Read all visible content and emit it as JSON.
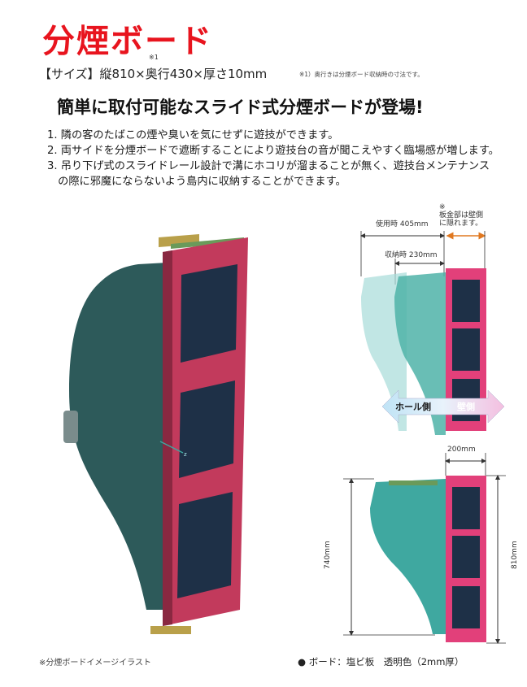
{
  "title": "分煙ボード",
  "size_line": "【サイズ】縦810×奥行430×厚さ10mm",
  "size_note_mark": "※1",
  "size_footnote": "※1）奥行きは分煙ボード収納時の寸法です。",
  "headline": "簡単に取付可能なスライド式分煙ボードが登場!",
  "features": [
    "1. 隣の客のたばこの煙や臭いを気にせずに遊技ができます。",
    "2. 両サイドを分煙ボードで遮断することにより遊技台の音が聞こえやすく臨場感が増します。",
    "3. 吊り下げ式のスライドレール設計で溝にホコリが溜まることが無く、遊技台メンテナンス",
    "　の際に邪魔にならないよう島内に収納することができます。"
  ],
  "diagram_top": {
    "note": [
      "※",
      "板金部は壁側",
      "に隠れます。"
    ],
    "in_use": "使用時 405mm",
    "stored": "収納時 230mm",
    "hall_side": "ホール側",
    "wall_side": "壁側"
  },
  "diagram_bottom": {
    "width": "200mm",
    "height_left": "740mm",
    "height_right": "810mm"
  },
  "caption_left": "※分煙ボードイメージイラスト",
  "caption_right": "● ボード：塩ビ板　透明色（2mm厚）",
  "colors": {
    "title_red": "#e8141e",
    "frame_magenta": "#c23a5c",
    "frame_pink": "#e2407a",
    "board_teal": "#2d5a5a",
    "glass_teal": "#3fa8a0",
    "panel_navy": "#1e3047"
  }
}
